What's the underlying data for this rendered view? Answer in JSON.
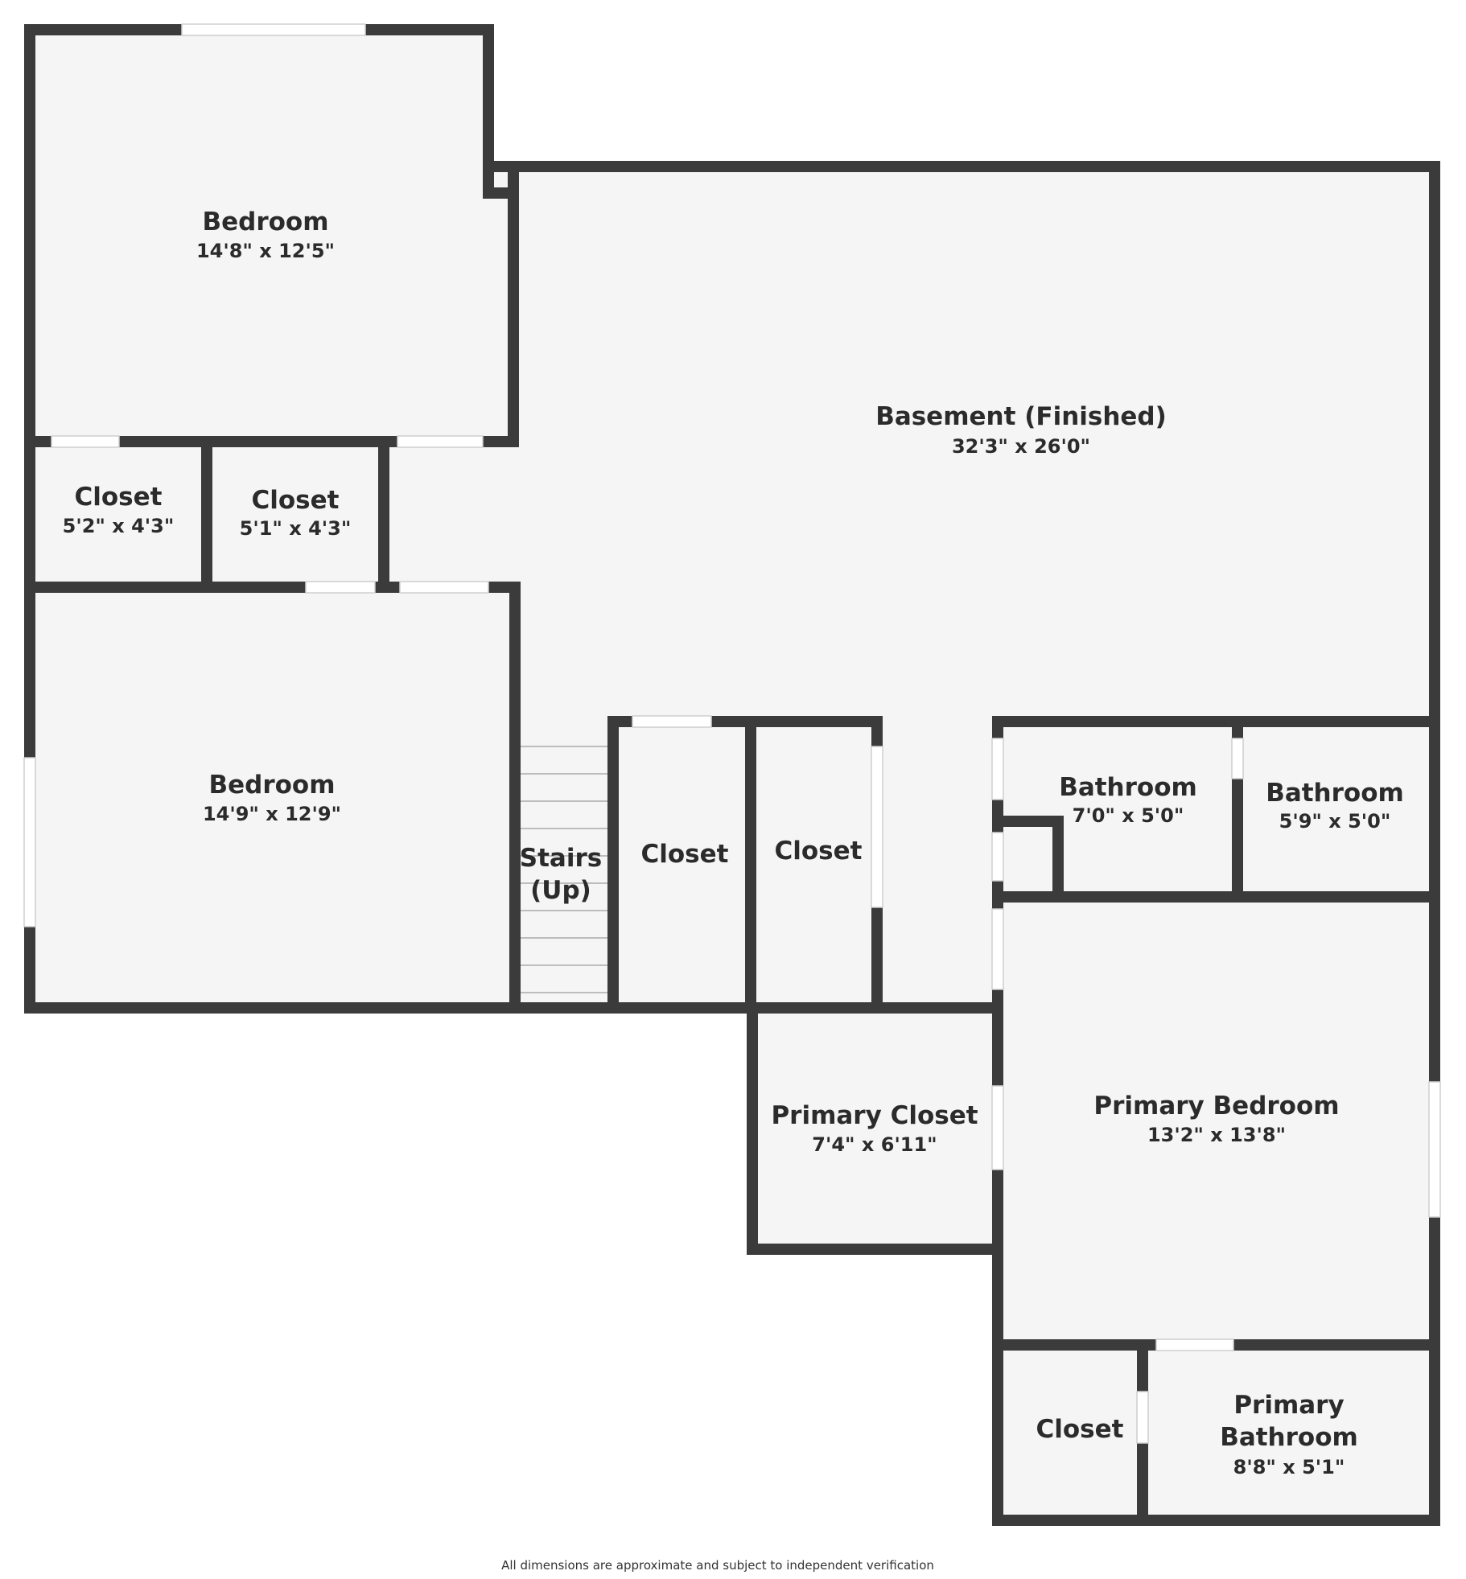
{
  "rooms": {
    "bedroom_top": {
      "name": "Bedroom",
      "dims": "14'8\" x 12'5\""
    },
    "basement": {
      "name": "Basement (Finished)",
      "dims": "32'3\" x 26'0\""
    },
    "closet_1": {
      "name": "Closet",
      "dims": "5'2\" x 4'3\""
    },
    "closet_2": {
      "name": "Closet",
      "dims": "5'1\" x 4'3\""
    },
    "bedroom_mid": {
      "name": "Bedroom",
      "dims": "14'9\" x 12'9\""
    },
    "stairs": {
      "name_line1": "Stairs",
      "name_line2": "(Up)"
    },
    "closet_3": {
      "name": "Closet"
    },
    "closet_4": {
      "name": "Closet"
    },
    "bathroom_1": {
      "name": "Bathroom",
      "dims": "7'0\" x 5'0\""
    },
    "bathroom_2": {
      "name": "Bathroom",
      "dims": "5'9\" x 5'0\""
    },
    "primary_closet": {
      "name": "Primary Closet",
      "dims": "7'4\" x 6'11\""
    },
    "primary_bedroom": {
      "name": "Primary Bedroom",
      "dims": "13'2\" x 13'8\""
    },
    "closet_5": {
      "name": "Closet"
    },
    "primary_bathroom": {
      "name_line1": "Primary",
      "name_line2": "Bathroom",
      "dims": "8'8\" x 5'1\""
    }
  },
  "footer": {
    "disclaimer": "All dimensions are approximate and subject to independent verification"
  },
  "colors": {
    "wall": "#3b3b3b",
    "floor": "#f5f5f5",
    "background": "#ffffff"
  }
}
